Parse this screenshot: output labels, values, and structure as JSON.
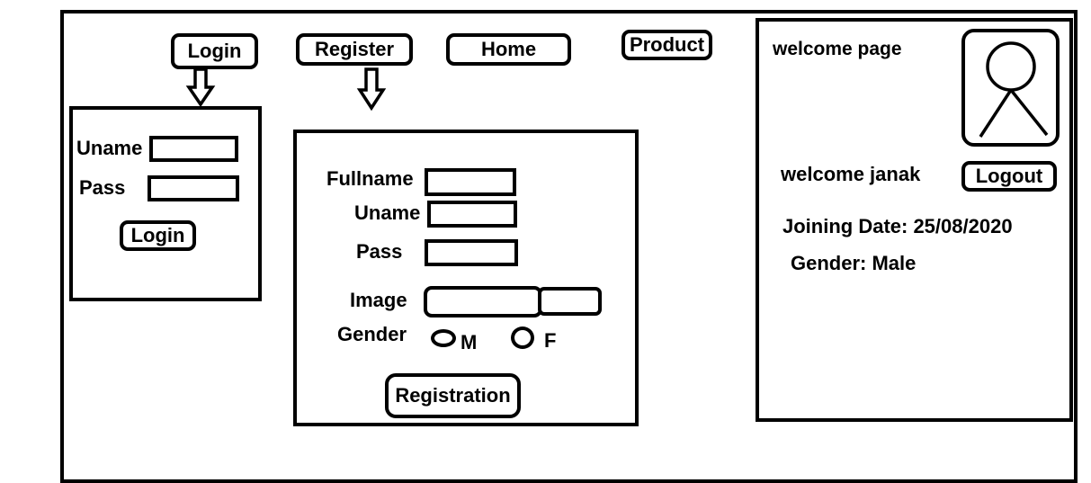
{
  "nav": {
    "login": "Login",
    "register": "Register",
    "home": "Home",
    "product": "Product"
  },
  "login_form": {
    "uname_label": "Uname",
    "pass_label": "Pass",
    "submit": "Login"
  },
  "register_form": {
    "fullname_label": "Fullname",
    "uname_label": "Uname",
    "pass_label": "Pass",
    "image_label": "Image",
    "gender_label": "Gender",
    "gender_m": "M",
    "gender_f": "F",
    "submit": "Registration"
  },
  "welcome": {
    "title": "welcome page",
    "greeting": "welcome janak",
    "logout": "Logout",
    "joining_date": "Joining Date: 25/08/2020",
    "gender": "Gender: Male"
  },
  "icons": {
    "avatar": "user-avatar-icon",
    "arrow": "down-arrow-icon"
  }
}
